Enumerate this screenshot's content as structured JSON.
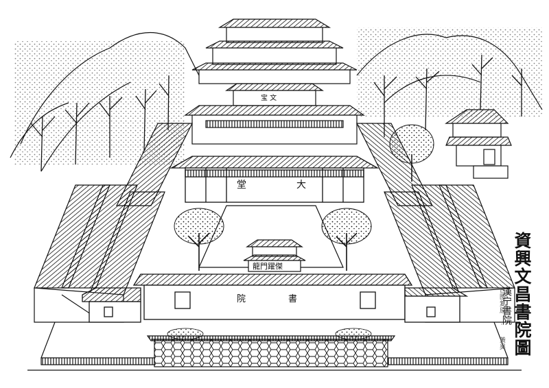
{
  "title": "資興文昌書院圖",
  "subtitle": "漢宁書院",
  "credit": "古图复原 · 黃昊",
  "plaques": {
    "top_hall": "宝 文",
    "great_hall_left": "堂",
    "great_hall_right": "大",
    "gate_tower": "龍門躍傑",
    "gate_left": "院",
    "gate_right": "書"
  },
  "colors": {
    "ink": "#111111",
    "paper": "#ffffff"
  }
}
